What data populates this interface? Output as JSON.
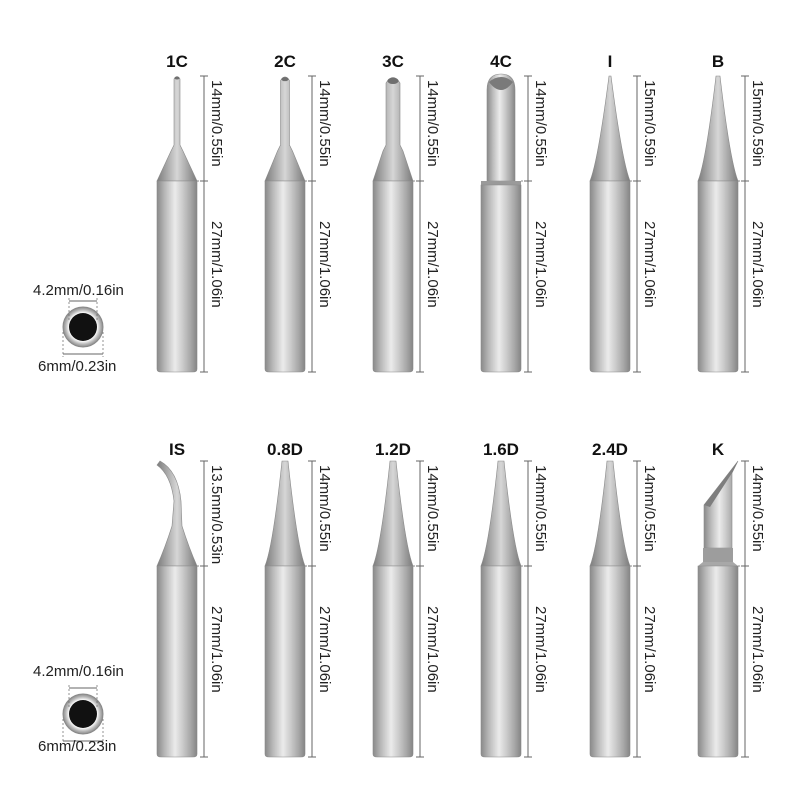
{
  "tips": [
    {
      "name": "1C",
      "tip_length": "14mm/0.55in",
      "shank_length": "27mm/1.06in",
      "style": "conical-round"
    },
    {
      "name": "2C",
      "tip_length": "14mm/0.55in",
      "shank_length": "27mm/1.06in",
      "style": "conical-round"
    },
    {
      "name": "3C",
      "tip_length": "14mm/0.55in",
      "shank_length": "27mm/1.06in",
      "style": "conical-round"
    },
    {
      "name": "4C",
      "tip_length": "14mm/0.55in",
      "shank_length": "27mm/1.06in",
      "style": "bevel-cylinder"
    },
    {
      "name": "I",
      "tip_length": "15mm/0.59in",
      "shank_length": "27mm/1.06in",
      "style": "needle"
    },
    {
      "name": "B",
      "tip_length": "15mm/0.59in",
      "shank_length": "27mm/1.06in",
      "style": "cone"
    },
    {
      "name": "IS",
      "tip_length": "13.5mm/0.53in",
      "shank_length": "27mm/1.06in",
      "style": "bent"
    },
    {
      "name": "0.8D",
      "tip_length": "14mm/0.55in",
      "shank_length": "27mm/1.06in",
      "style": "chisel"
    },
    {
      "name": "1.2D",
      "tip_length": "14mm/0.55in",
      "shank_length": "27mm/1.06in",
      "style": "chisel"
    },
    {
      "name": "1.6D",
      "tip_length": "14mm/0.55in",
      "shank_length": "27mm/1.06in",
      "style": "chisel"
    },
    {
      "name": "2.4D",
      "tip_length": "14mm/0.55in",
      "shank_length": "27mm/1.06in",
      "style": "chisel"
    },
    {
      "name": "K",
      "tip_length": "14mm/0.55in",
      "shank_length": "27mm/1.06in",
      "style": "knife"
    }
  ],
  "cross_sections": [
    {
      "inner_diameter": "4.2mm/0.16in",
      "outer_diameter": "6mm/0.23in"
    },
    {
      "inner_diameter": "4.2mm/0.16in",
      "outer_diameter": "6mm/0.23in"
    }
  ],
  "colors": {
    "metal_dark": "#8c8c8c",
    "metal_light": "#e6e6e6",
    "dimension_line": "#666666",
    "text": "#111111"
  }
}
